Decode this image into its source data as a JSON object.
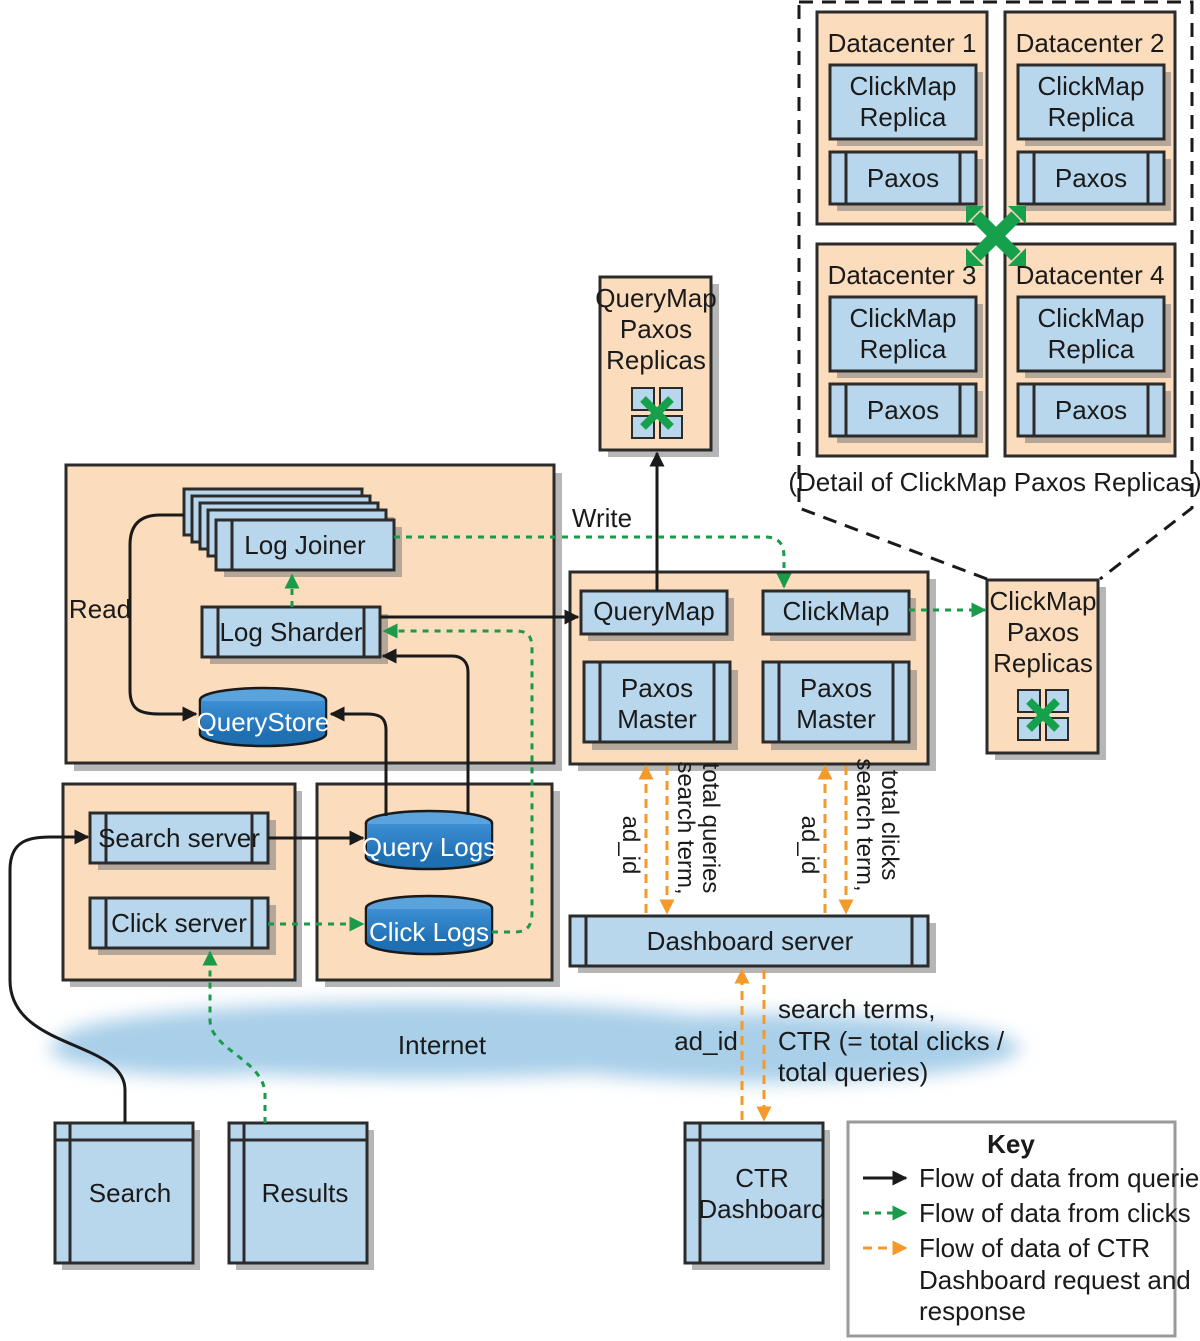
{
  "colors": {
    "container_fill": "#fbdcbc",
    "component_fill": "#b9d7ec",
    "database_fill": "#2a7fc6",
    "query_flow": "#1a1a1a",
    "click_flow": "#1a9a4a",
    "ctr_flow": "#f39a2a",
    "paxos_icon": "#16a04c",
    "key_border": "#9a9a9a"
  },
  "components": {
    "log_joiner": "Log Joiner",
    "log_sharder": "Log Sharder",
    "query_store": "QueryStore",
    "search_server": "Search server",
    "click_server": "Click server",
    "query_logs": "Query Logs",
    "click_logs": "Click Logs",
    "query_map": "QueryMap",
    "click_map": "ClickMap",
    "paxos_master_1": [
      "Paxos",
      "Master"
    ],
    "paxos_master_2": [
      "Paxos",
      "Master"
    ],
    "dashboard_server": "Dashboard server",
    "search_client": "Search",
    "results_client": "Results",
    "ctr_dashboard": [
      "CTR",
      "Dashboard"
    ],
    "querymap_replicas": [
      "QueryMap",
      "Paxos",
      "Replicas"
    ],
    "clickmap_replicas": [
      "ClickMap",
      "Paxos",
      "Replicas"
    ]
  },
  "labels": {
    "read": "Read",
    "write": "Write",
    "internet": "Internet",
    "ad_id": "ad_id",
    "flow_label_1_ad": "ad_id",
    "flow_label_1": [
      "search term,",
      "total queries"
    ],
    "flow_label_2_ad": "ad_id",
    "flow_label_2": [
      "search term,",
      "total clicks"
    ],
    "dashboard_response": [
      "search terms,",
      "CTR (= total clicks /",
      "total queries)"
    ]
  },
  "detail": {
    "datacenters": [
      {
        "name": "Datacenter 1",
        "replica": [
          "ClickMap",
          "Replica"
        ],
        "paxos": "Paxos"
      },
      {
        "name": "Datacenter 2",
        "replica": [
          "ClickMap",
          "Replica"
        ],
        "paxos": "Paxos"
      },
      {
        "name": "Datacenter 3",
        "replica": [
          "ClickMap",
          "Replica"
        ],
        "paxos": "Paxos"
      },
      {
        "name": "Datacenter 4",
        "replica": [
          "ClickMap",
          "Replica"
        ],
        "paxos": "Paxos"
      }
    ],
    "caption": "(Detail of ClickMap Paxos Replicas)"
  },
  "key": {
    "title": "Key",
    "items": [
      {
        "lines": [
          "Flow of data from queries"
        ],
        "style": "solid"
      },
      {
        "lines": [
          "Flow of data from clicks"
        ],
        "style": "dotted"
      },
      {
        "lines": [
          "Flow of data of CTR",
          "Dashboard request and",
          "response"
        ],
        "style": "dashed"
      }
    ]
  }
}
